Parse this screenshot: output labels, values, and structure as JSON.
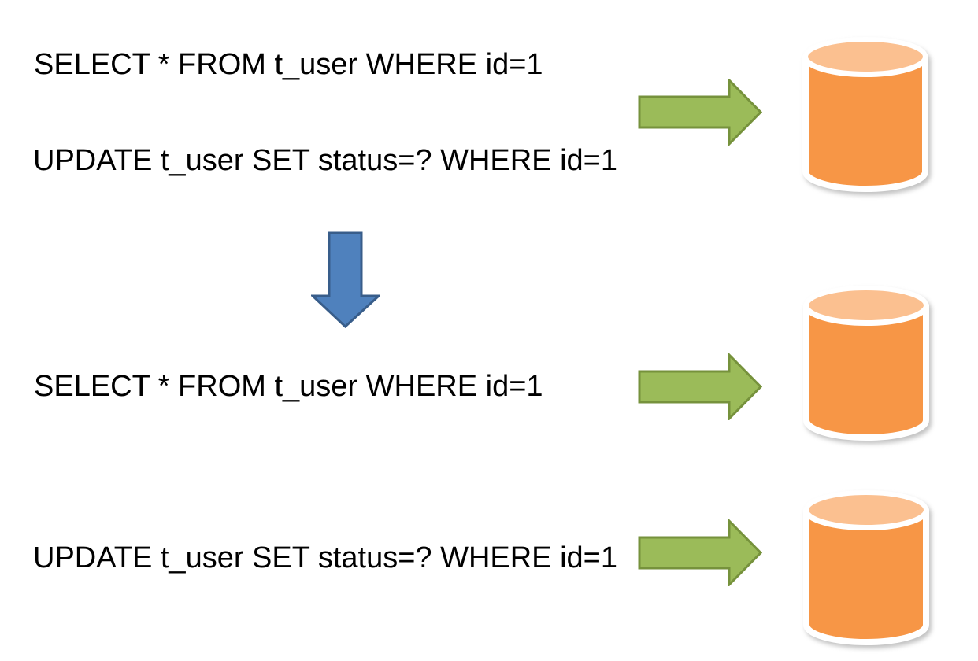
{
  "diagram": {
    "kind": "sql-routing-before-after",
    "before": {
      "select_sql": "SELECT * FROM t_user WHERE id=1",
      "update_sql": "UPDATE t_user SET status=? WHERE id=1"
    },
    "after": {
      "select_sql": "SELECT * FROM t_user WHERE id=1",
      "update_sql": "UPDATE t_user SET status=? WHERE id=1"
    },
    "icons": {
      "right_arrow": "green-right-arrow-icon",
      "down_arrow": "blue-down-arrow-icon",
      "database": "database-cylinder-icon"
    }
  },
  "colors": {
    "background": "#FFFFFF",
    "text": "#000000",
    "green_arrow_fill": "#9BBB59",
    "green_arrow_border": "#76923C",
    "blue_arrow_fill": "#4F81BD",
    "blue_arrow_border": "#385D8A",
    "db_body_fill": "#F79646",
    "db_top_fill": "#FBC090",
    "db_outline": "#FFFFFF"
  }
}
